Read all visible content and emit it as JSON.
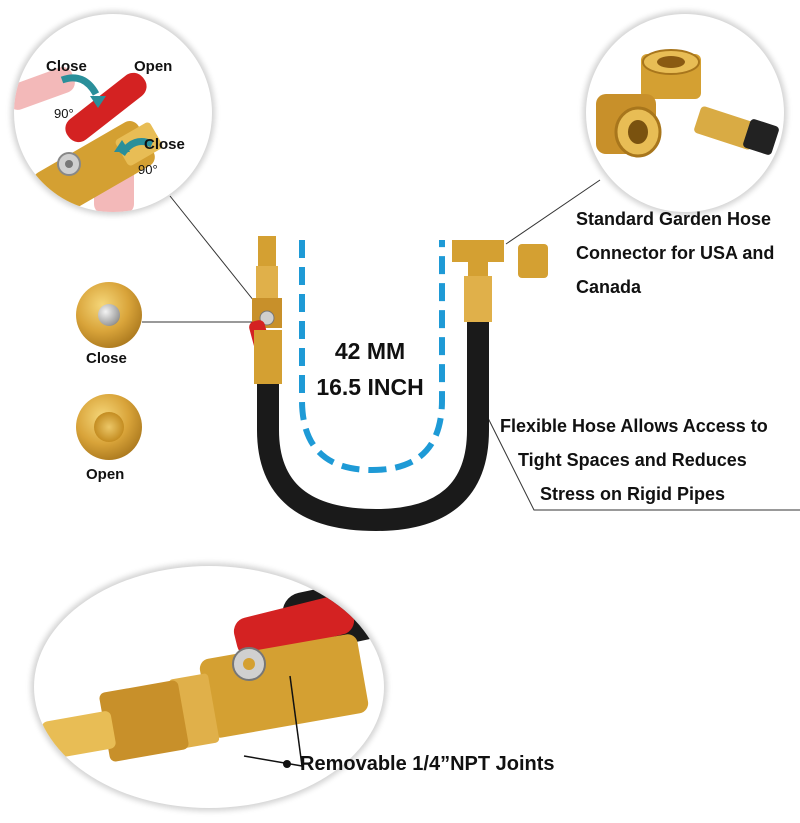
{
  "valve_inset": {
    "label_close_top": "Close",
    "label_open": "Open",
    "label_close_bottom": "Close",
    "angle_top": "90°",
    "angle_bottom": "90°"
  },
  "coins": {
    "closed_label": "Close",
    "open_label": "Open"
  },
  "dimension": {
    "metric": "42 MM",
    "imperial": "16.5 INCH"
  },
  "callouts": {
    "garden_hose": [
      "Standard Garden Hose",
      "Connector for USA and",
      "Canada"
    ],
    "flexible_hose": [
      "Flexible Hose Allows Access to",
      "Tight Spaces and Reduces",
      "Stress on Rigid Pipes"
    ],
    "joints": "Removable 1/4”NPT Joints"
  },
  "colors": {
    "brass": "#d4a032",
    "hose": "#1a1a1a",
    "handle": "#d42222",
    "dashed_guide": "#1e9ad6",
    "arrow": "#2a8f9a"
  }
}
